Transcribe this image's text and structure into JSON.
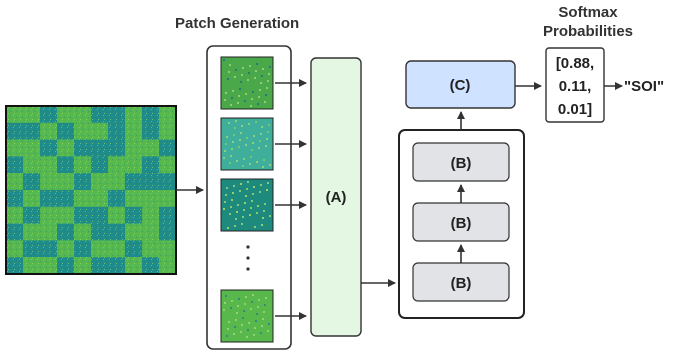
{
  "headers": {
    "patch_generation": "Patch Generation",
    "softmax_line1": "Softmax",
    "softmax_line2": "Probabilities"
  },
  "blocks": {
    "a": "(A)",
    "b": "(B)",
    "c": "(C)"
  },
  "probabilities": {
    "line1": "[0.88,",
    "line2": "0.11,",
    "line3": "0.01]"
  },
  "output_label": "\"SOI\"",
  "ellipsis": "·\n·\n·",
  "colors": {
    "grid_dark": "#1f8c8c",
    "grid_light": "#55b84f",
    "block_a_fill": "#e3f7e2",
    "block_b_fill": "#e2e3e6",
    "block_c_fill": "#cfe2ff",
    "outline": "#333333"
  }
}
